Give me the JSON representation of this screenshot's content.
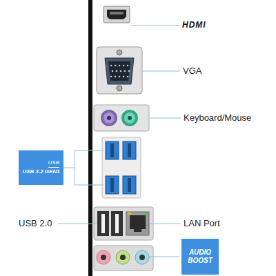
{
  "diagram": {
    "nodes": [
      {
        "text": [
          "USB",
          "USB 3.2 GEN1"
        ]
      },
      {
        "text": [
          "AUDIO BOOST"
        ]
      }
    ],
    "labels": [
      "HDMI",
      "VGA",
      "Keyboard/Mouse",
      "USB 2.0",
      "LAN Port"
    ]
  }
}
